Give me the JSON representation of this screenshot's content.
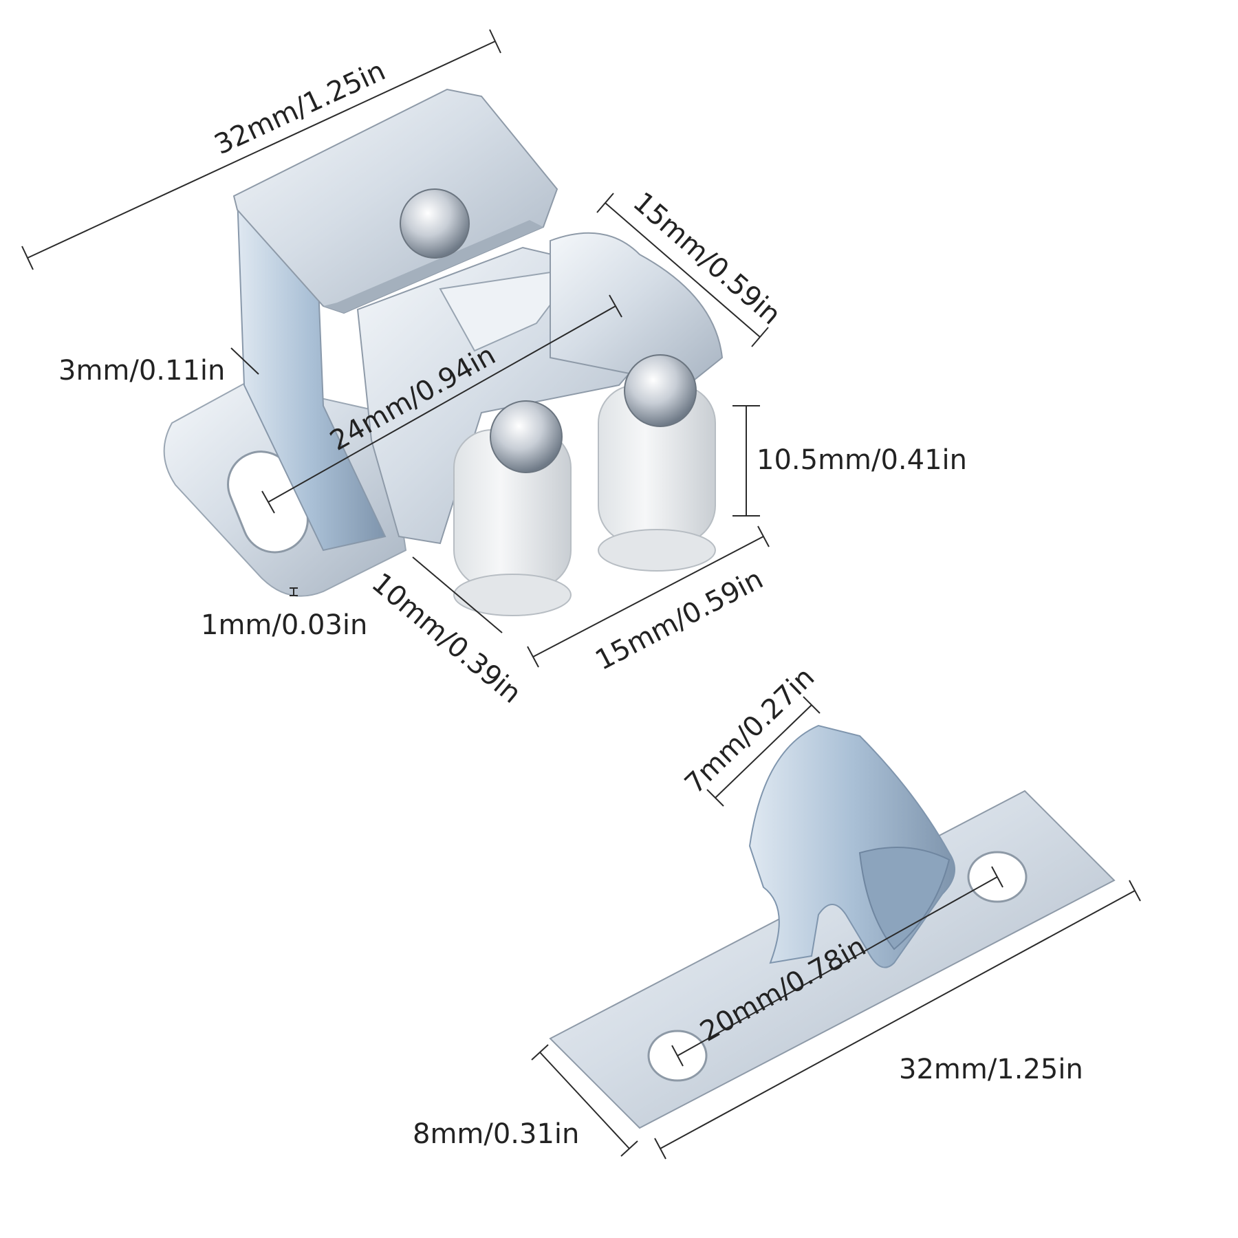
{
  "colors": {
    "metal_light": "#e6ecf2",
    "metal_mid": "#c3ccd6",
    "metal_dark": "#8e9aa8",
    "metal_blue": "#a9bfd6",
    "roller_white": "#eef0f1",
    "text": "#222222"
  },
  "catch": {
    "top_length": "32mm/1.25in",
    "top_depth": "15mm/0.59in",
    "flange_gap": "3mm/0.11in",
    "hole_span": "24mm/0.94in",
    "roller_height": "10.5mm/0.41in",
    "plate_thickness": "1mm/0.03in",
    "flange_width": "10mm/0.39in",
    "base_depth": "15mm/0.59in"
  },
  "strike": {
    "prong_width": "7mm/0.27in",
    "hole_span": "20mm/0.78in",
    "plate_length": "32mm/1.25in",
    "plate_width": "8mm/0.31in"
  }
}
